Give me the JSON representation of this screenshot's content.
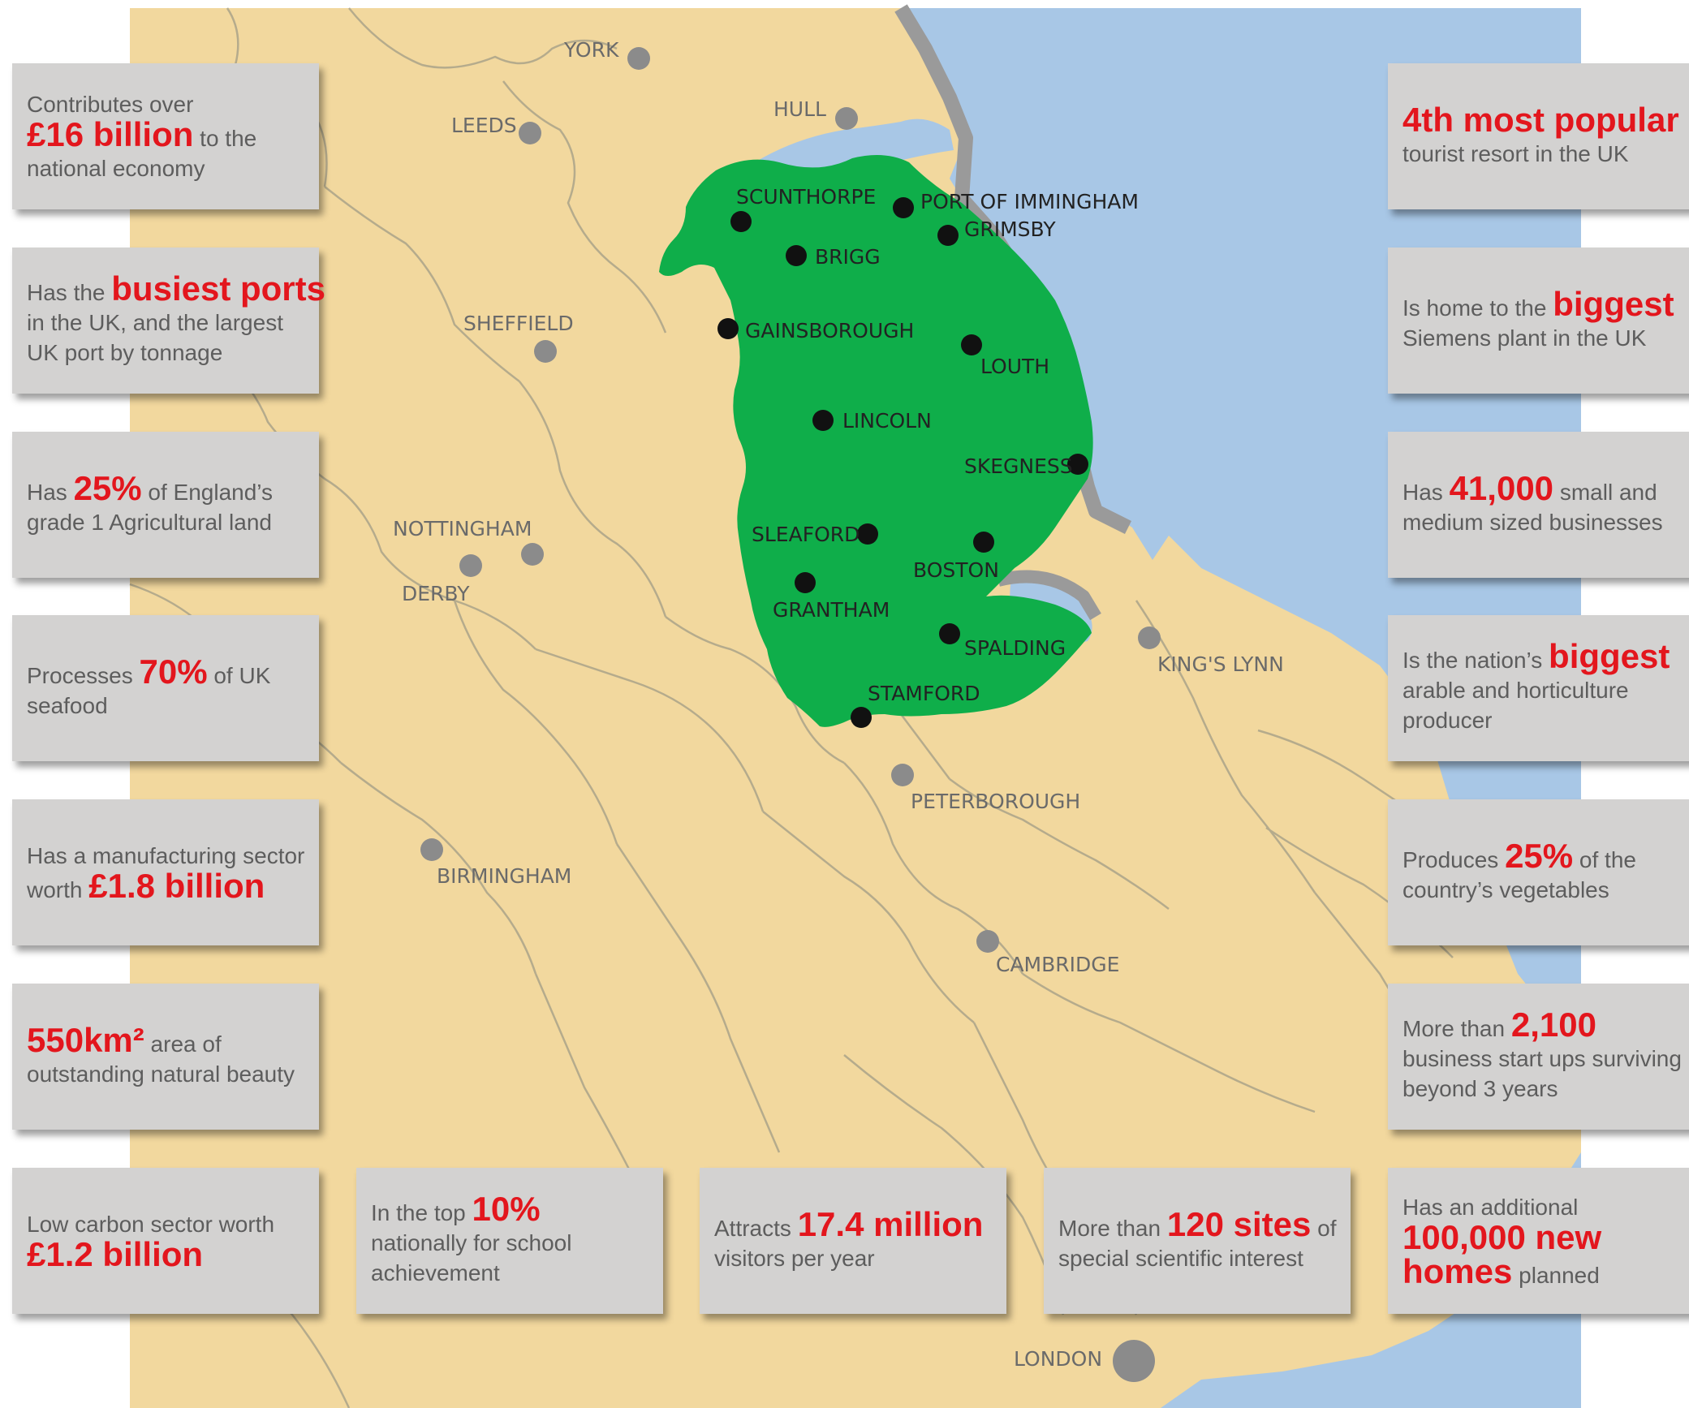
{
  "colors": {
    "sea": "#a8c7e6",
    "land": "#f2d89e",
    "region": "#0fae4a",
    "coast_shadow": "#9a9a9a",
    "county_lines": "#b5ab8c",
    "card_bg": "#d3d2d1",
    "card_text": "#5d5d5d",
    "highlight": "#e3161d",
    "city_grey": "#8b8b8b",
    "city_black": "#111111"
  },
  "region_towns": [
    "SCUNTHORPE",
    "PORT OF IMMINGHAM",
    "GRIMSBY",
    "BRIGG",
    "GAINSBOROUGH",
    "LOUTH",
    "LINCOLN",
    "SKEGNESS",
    "SLEAFORD",
    "BOSTON",
    "GRANTHAM",
    "SPALDING",
    "STAMFORD"
  ],
  "other_places": [
    "YORK",
    "HULL",
    "LEEDS",
    "SHEFFIELD",
    "NOTTINGHAM",
    "DERBY",
    "KING'S LYNN",
    "PETERBOROUGH",
    "BIRMINGHAM",
    "CAMBRIDGE",
    "LONDON"
  ],
  "facts_left": [
    {
      "lines": [
        [
          {
            "t": "Contributes over"
          }
        ],
        [
          {
            "t": "£16 billion",
            "h": true
          },
          {
            "t": " to the"
          }
        ],
        [
          {
            "t": "national economy"
          }
        ]
      ]
    },
    {
      "lines": [
        [
          {
            "t": "Has the "
          },
          {
            "t": "busiest ports",
            "h": true
          }
        ],
        [
          {
            "t": "in the UK, and the largest"
          }
        ],
        [
          {
            "t": "UK port by tonnage"
          }
        ]
      ]
    },
    {
      "lines": [
        [
          {
            "t": "Has "
          },
          {
            "t": "25%",
            "h": true
          },
          {
            "t": " of England’s"
          }
        ],
        [
          {
            "t": "grade 1 Agricultural land"
          }
        ]
      ]
    },
    {
      "lines": [
        [
          {
            "t": "Processes "
          },
          {
            "t": "70%",
            "h": true
          },
          {
            "t": " of UK"
          }
        ],
        [
          {
            "t": "seafood"
          }
        ]
      ]
    },
    {
      "lines": [
        [
          {
            "t": "Has a manufacturing sector"
          }
        ],
        [
          {
            "t": "worth "
          },
          {
            "t": "£1.8 billion",
            "h": true
          }
        ]
      ]
    },
    {
      "lines": [
        [
          {
            "t": "550km²",
            "h": true
          },
          {
            "t": " area of"
          }
        ],
        [
          {
            "t": "outstanding natural beauty"
          }
        ]
      ]
    },
    {
      "lines": [
        [
          {
            "t": "Low carbon sector worth"
          }
        ],
        [
          {
            "t": "£1.2 billion",
            "h": true
          }
        ]
      ]
    }
  ],
  "facts_right": [
    {
      "lines": [
        [
          {
            "t": "4th most popular",
            "h": true
          }
        ],
        [
          {
            "t": "tourist resort in the UK"
          }
        ]
      ]
    },
    {
      "lines": [
        [
          {
            "t": "Is home to the "
          },
          {
            "t": "biggest",
            "h": true
          }
        ],
        [
          {
            "t": "Siemens plant in the UK"
          }
        ]
      ]
    },
    {
      "lines": [
        [
          {
            "t": "Has "
          },
          {
            "t": "41,000",
            "h": true
          },
          {
            "t": " small and"
          }
        ],
        [
          {
            "t": "medium sized businesses"
          }
        ]
      ]
    },
    {
      "lines": [
        [
          {
            "t": "Is the nation’s "
          },
          {
            "t": "biggest",
            "h": true
          }
        ],
        [
          {
            "t": "arable and horticulture"
          }
        ],
        [
          {
            "t": "producer"
          }
        ]
      ]
    },
    {
      "lines": [
        [
          {
            "t": "Produces "
          },
          {
            "t": "25%",
            "h": true
          },
          {
            "t": " of the"
          }
        ],
        [
          {
            "t": "country’s vegetables"
          }
        ]
      ]
    },
    {
      "lines": [
        [
          {
            "t": "More than "
          },
          {
            "t": "2,100",
            "h": true
          }
        ],
        [
          {
            "t": "business start ups surviving"
          }
        ],
        [
          {
            "t": "beyond 3 years"
          }
        ]
      ]
    },
    {
      "lines": [
        [
          {
            "t": "Has an additional"
          }
        ],
        [
          {
            "t": "100,000 new",
            "h": true
          }
        ],
        [
          {
            "t": "homes",
            "h": true
          },
          {
            "t": " planned"
          }
        ]
      ]
    }
  ],
  "facts_bottom": [
    {
      "lines": [
        [
          {
            "t": "In the top "
          },
          {
            "t": "10%",
            "h": true
          }
        ],
        [
          {
            "t": "nationally for school"
          }
        ],
        [
          {
            "t": "achievement"
          }
        ]
      ]
    },
    {
      "lines": [
        [
          {
            "t": "Attracts "
          },
          {
            "t": "17.4 million",
            "h": true
          }
        ],
        [
          {
            "t": "visitors per year"
          }
        ]
      ]
    },
    {
      "lines": [
        [
          {
            "t": "More than "
          },
          {
            "t": "120 sites",
            "h": true
          },
          {
            "t": " of"
          }
        ],
        [
          {
            "t": "special scientific interest"
          }
        ]
      ]
    }
  ]
}
